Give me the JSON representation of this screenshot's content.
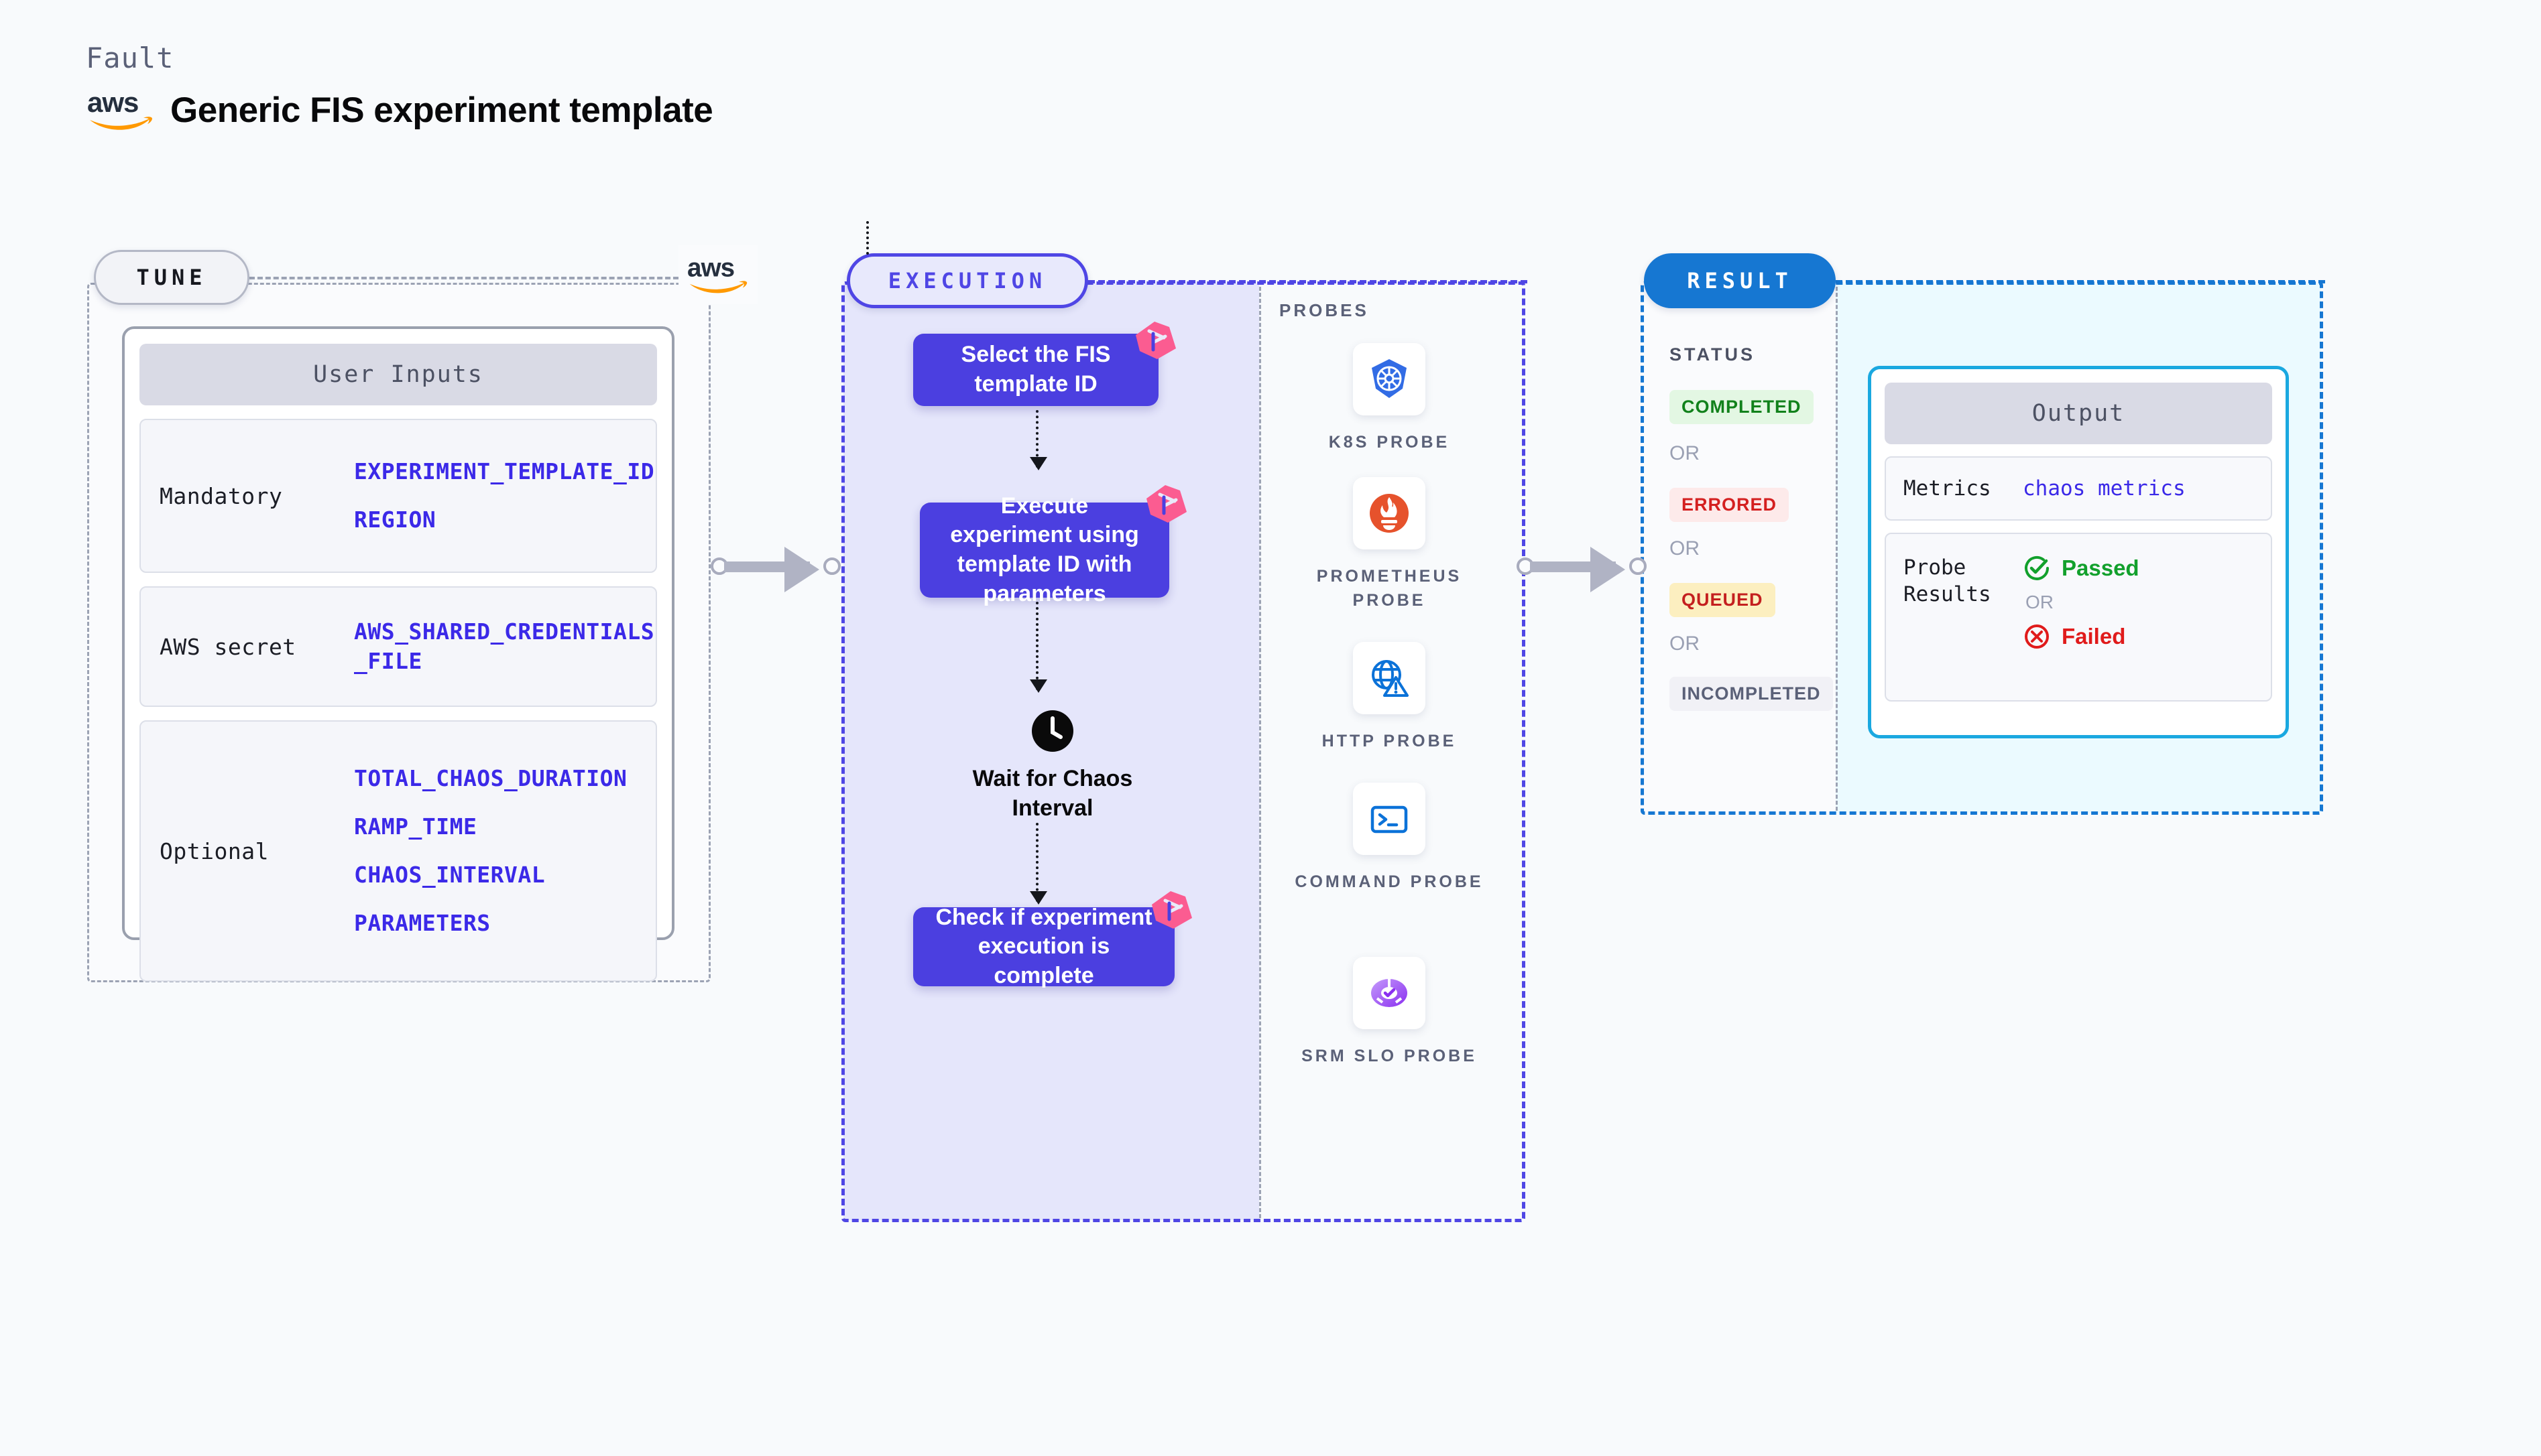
{
  "header": {
    "fault_label": "Fault",
    "title": "Generic FIS experiment template",
    "logo_icon": "aws-logo-icon"
  },
  "tune": {
    "pill_label": "TUNE",
    "corner_logo_icon": "aws-logo-icon",
    "card_title": "User Inputs",
    "rows": [
      {
        "label": "Mandatory",
        "values": [
          "EXPERIMENT_TEMPLATE_ID",
          "REGION"
        ]
      },
      {
        "label": "AWS secret",
        "values": [
          "AWS_SHARED_CREDENTIALS",
          "_FILE"
        ]
      },
      {
        "label": "Optional",
        "values": [
          "TOTAL_CHAOS_DURATION",
          "RAMP_TIME",
          "CHAOS_INTERVAL",
          "PARAMETERS"
        ]
      }
    ]
  },
  "execution": {
    "pill_label": "EXECUTION",
    "steps": [
      {
        "text": "Select the FIS template ID",
        "badge_icon": "harness-ribbon-icon"
      },
      {
        "text": "Execute experiment using template ID with parameters",
        "badge_icon": "harness-ribbon-icon"
      }
    ],
    "wait": {
      "icon": "clock-icon",
      "label": "Wait for Chaos Interval"
    },
    "final_step": {
      "text": "Check if experiment execution is complete",
      "badge_icon": "harness-ribbon-icon"
    }
  },
  "probes": {
    "title": "PROBES",
    "items": [
      {
        "label": "K8S PROBE",
        "icon": "kubernetes-icon"
      },
      {
        "label": "PROMETHEUS PROBE",
        "icon": "prometheus-icon"
      },
      {
        "label": "HTTP PROBE",
        "icon": "http-globe-warning-icon"
      },
      {
        "label": "COMMAND PROBE",
        "icon": "terminal-icon"
      },
      {
        "label": "SRM SLO PROBE",
        "icon": "srm-slo-donut-icon"
      }
    ]
  },
  "result": {
    "pill_label": "RESULT",
    "status_title": "STATUS",
    "or_label": "OR",
    "statuses": [
      {
        "label": "COMPLETED",
        "bg": "#e3f7e3",
        "fg": "#11811b"
      },
      {
        "label": "ERRORED",
        "bg": "#fdeaea",
        "fg": "#d42020"
      },
      {
        "label": "QUEUED",
        "bg": "#fcefc0",
        "fg": "#c41f1f"
      },
      {
        "label": "INCOMPLETED",
        "bg": "#f1f1f6",
        "fg": "#5b6178"
      }
    ],
    "output": {
      "title": "Output",
      "metrics_label": "Metrics",
      "metrics_value": "chaos metrics",
      "probe_results_label": "Probe Results",
      "passed_label": "Passed",
      "failed_label": "Failed",
      "or_label": "OR",
      "passed_icon": "check-circle-icon",
      "failed_icon": "x-circle-icon"
    }
  },
  "connectors": {
    "tune_to_execution": "arrow-right-icon",
    "execution_to_result": "arrow-right-icon"
  },
  "colors": {
    "accent_purple": "#4b3fe0",
    "accent_blue": "#1677d2",
    "accent_cyan": "#1aa8e0",
    "ribbon_pink": "#fb5c91",
    "value_blue": "#3b29e8"
  }
}
